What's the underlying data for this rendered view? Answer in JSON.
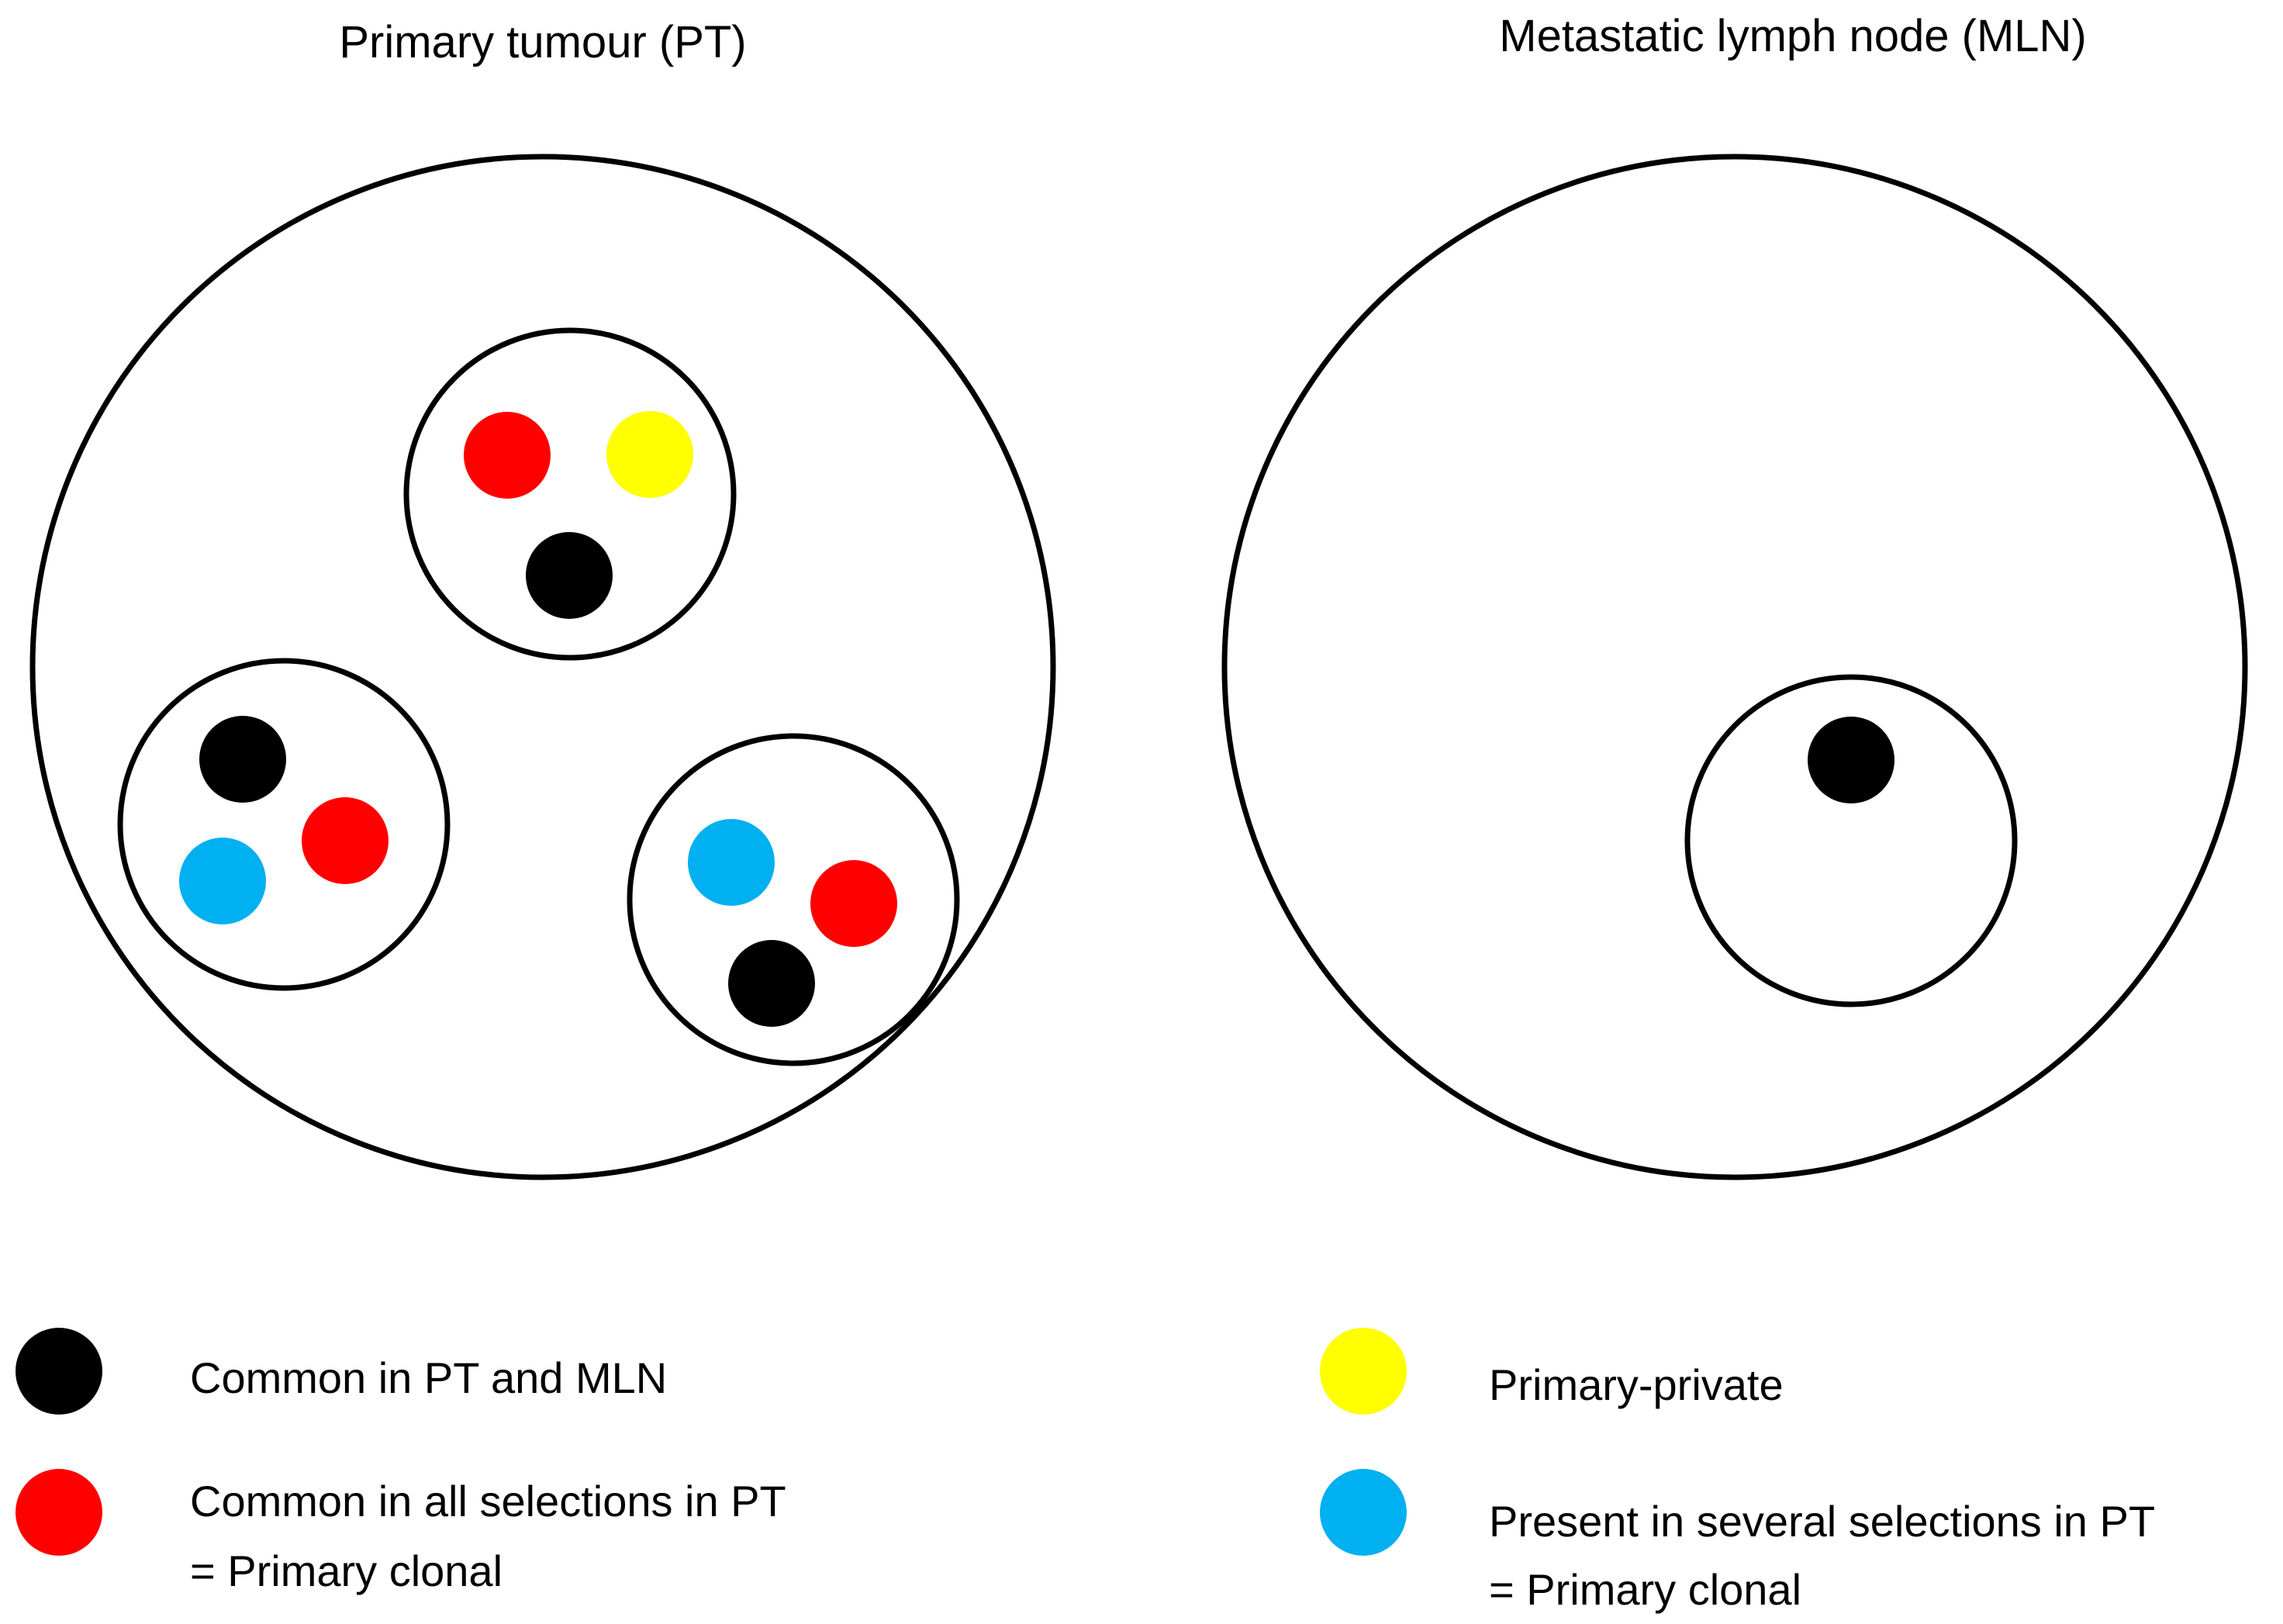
{
  "titles": {
    "primary": "Primary tumour (PT)",
    "metastatic": "Metastatic lymph node (MLN)"
  },
  "colors": {
    "common_pt_mln": "#000000",
    "primary_clonal_all": "#ff0000",
    "primary_private": "#ffff00",
    "several_selections": "#00b0f0"
  },
  "legend": [
    {
      "key": "common_pt_mln",
      "lines": [
        "Common in PT and MLN"
      ]
    },
    {
      "key": "primary_clonal_all",
      "lines": [
        "Common in all selections in PT",
        "= Primary clonal"
      ]
    },
    {
      "key": "primary_private",
      "lines": [
        "Primary-private"
      ]
    },
    {
      "key": "several_selections",
      "lines": [
        "Present in several selections in PT",
        "= Primary clonal"
      ]
    }
  ]
}
